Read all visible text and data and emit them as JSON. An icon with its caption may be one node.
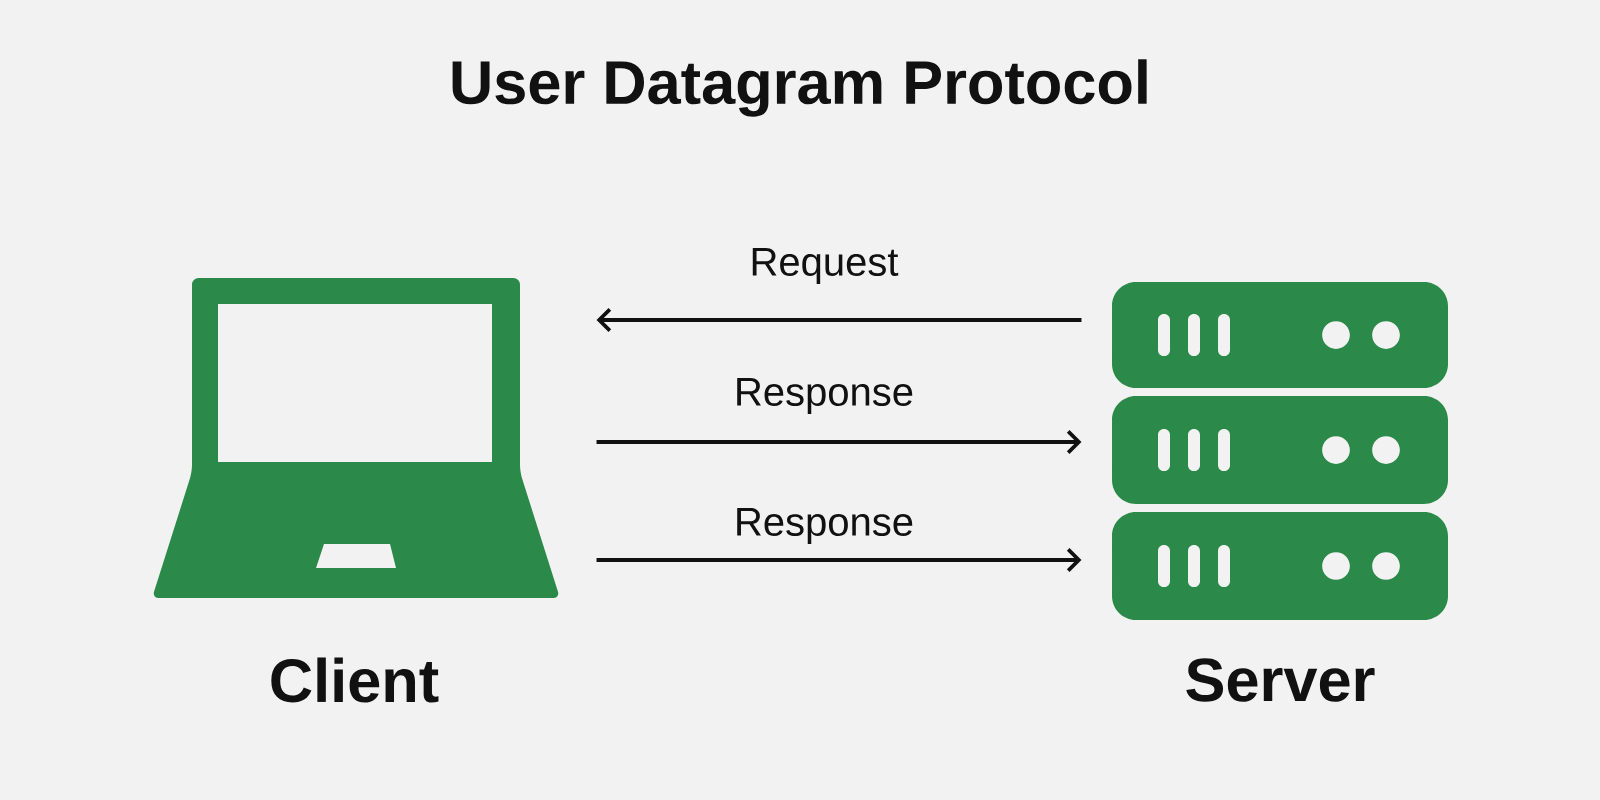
{
  "diagram": {
    "title": "User Datagram Protocol",
    "nodes": [
      {
        "text": [
          "Client"
        ]
      },
      {
        "text": [
          "Server"
        ]
      }
    ],
    "edges": [
      {
        "from": 1,
        "to": 0,
        "arrow": "to",
        "label": "Request"
      },
      {
        "from": 0,
        "to": 1,
        "arrow": "to",
        "label": "Response"
      },
      {
        "from": 0,
        "to": 1,
        "arrow": "to",
        "label": "Response"
      }
    ]
  }
}
